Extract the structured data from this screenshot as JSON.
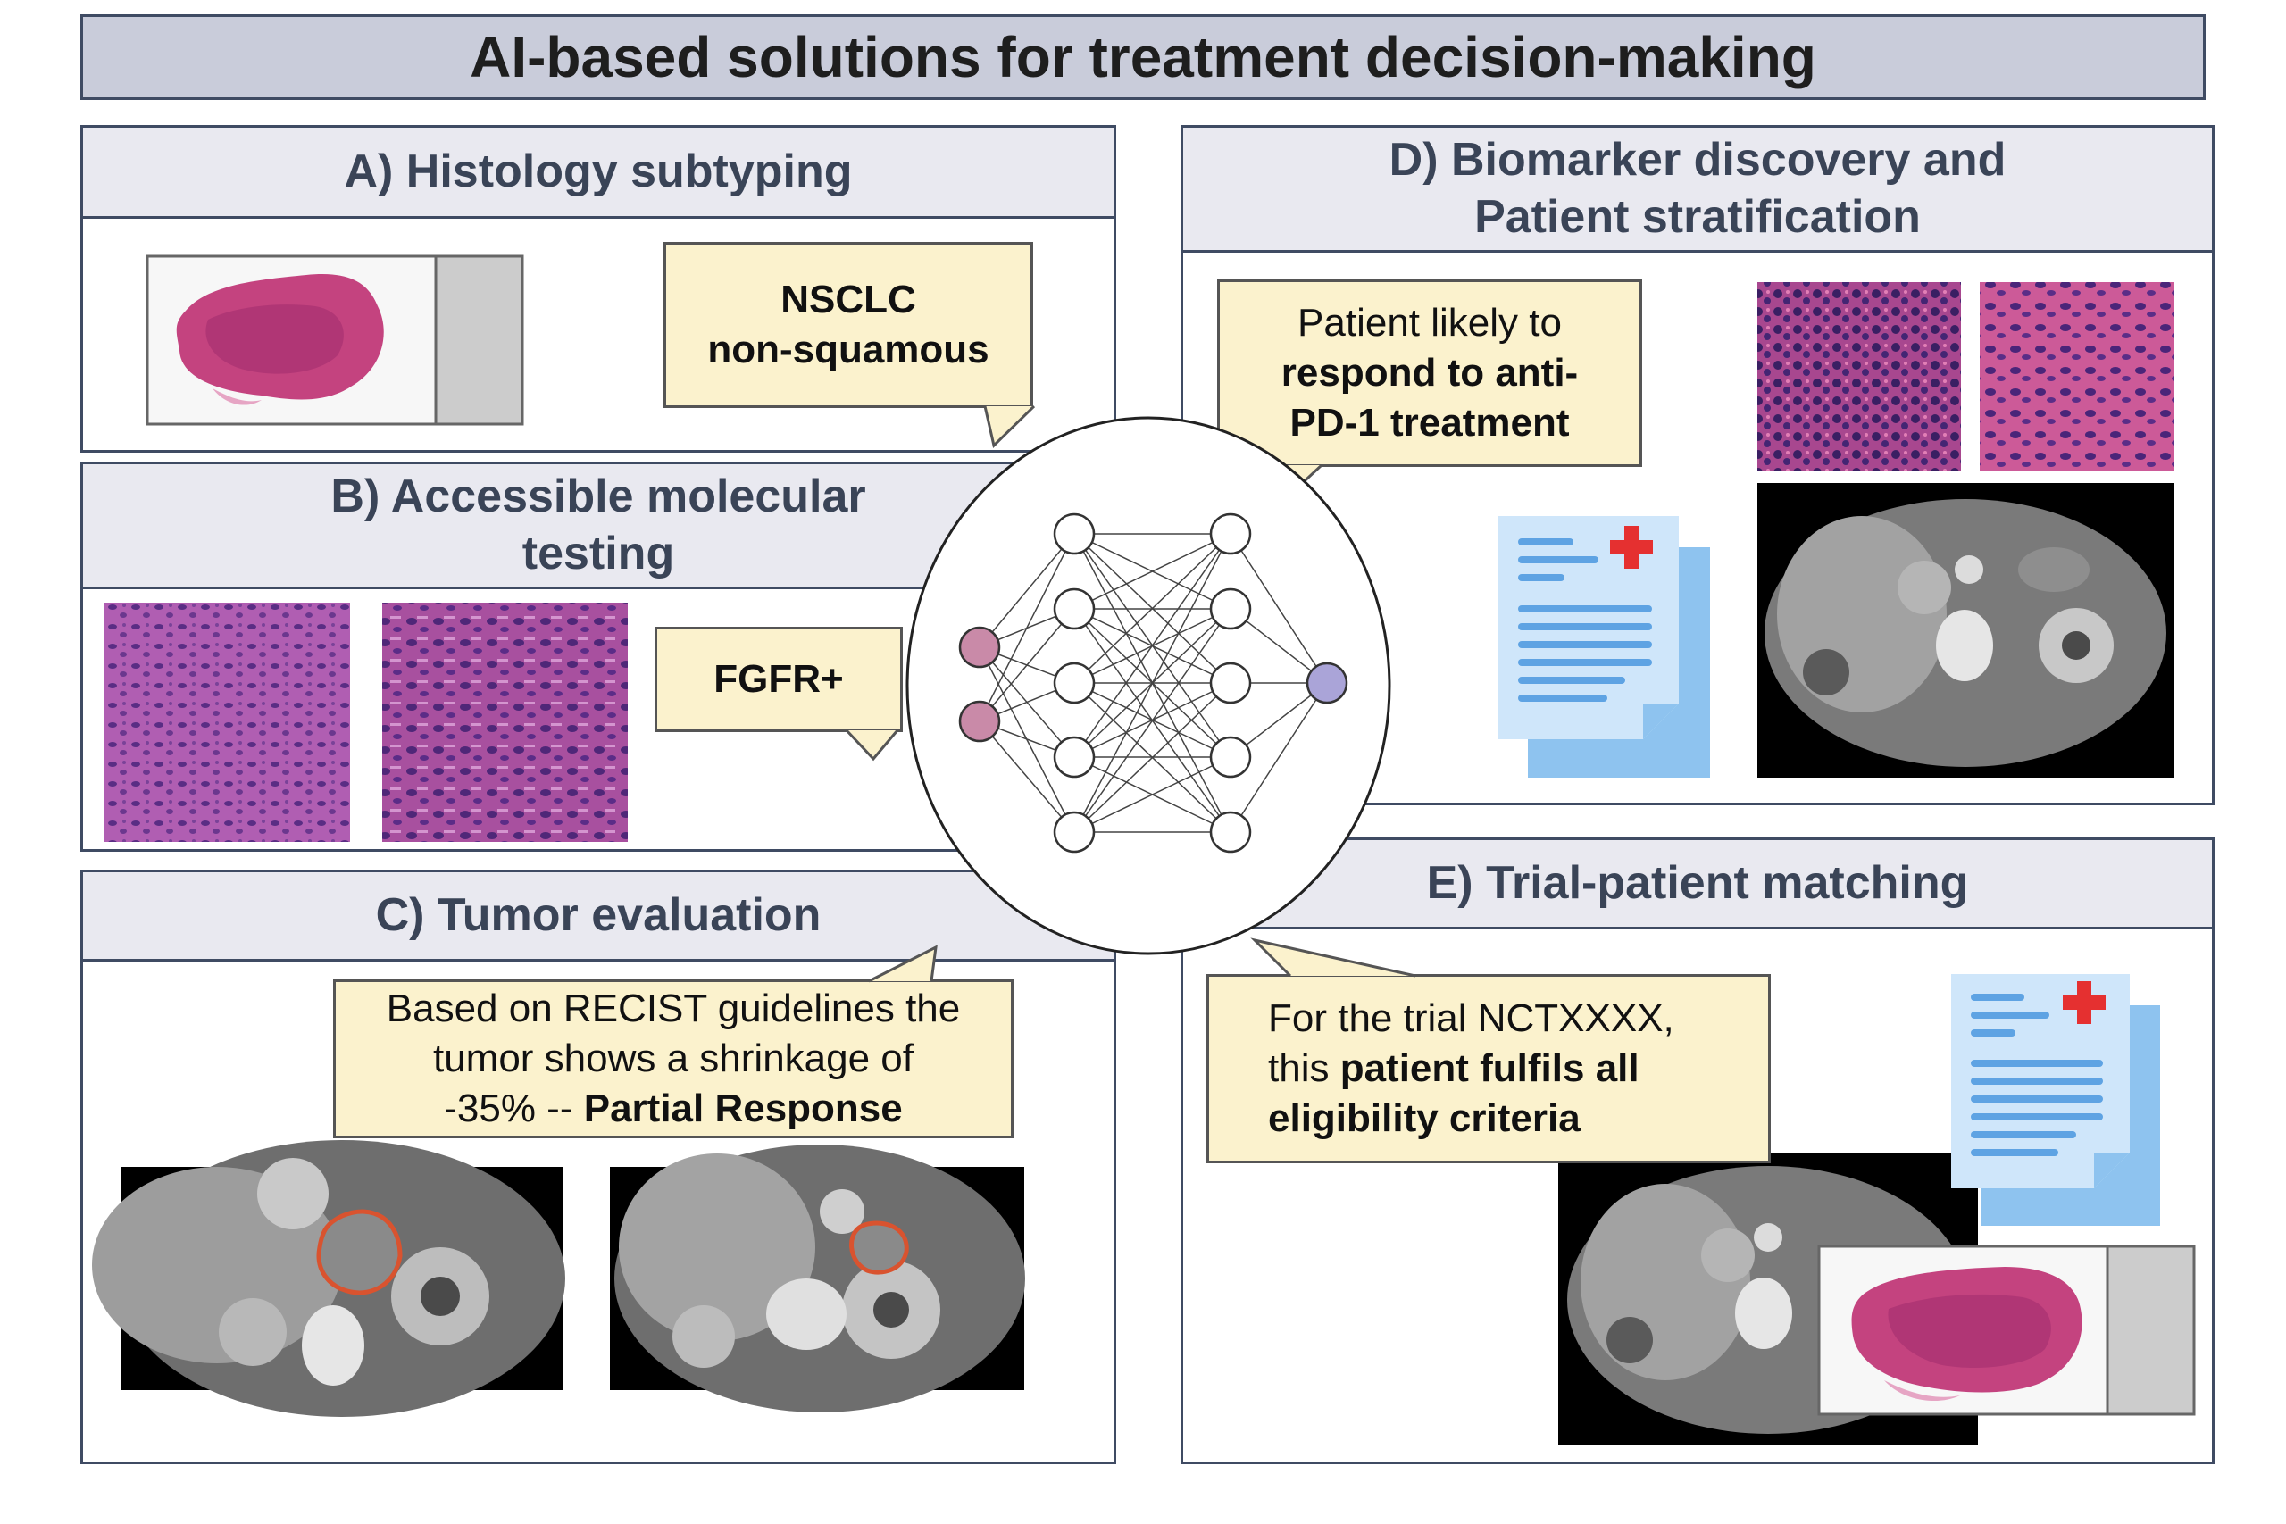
{
  "title": "AI-based solutions for treatment decision-making",
  "panels": {
    "a": {
      "title": "A) Histology subtyping",
      "bubble": {
        "line1": "NSCLC",
        "line2": "non-squamous"
      }
    },
    "b": {
      "title_line1": "B) Accessible molecular",
      "title_line2": "testing",
      "bubble": {
        "text": "FGFR+"
      }
    },
    "c": {
      "title": "C) Tumor evaluation",
      "bubble": {
        "line1": "Based on RECIST guidelines the",
        "line2": "tumor shows a shrinkage of",
        "line3_normal": "-35% -- ",
        "line3_bold": "Partial Response"
      }
    },
    "d": {
      "title_line1": "D) Biomarker discovery and",
      "title_line2": "Patient stratification",
      "bubble": {
        "line1": "Patient likely to",
        "line2": "respond to anti-",
        "line3": "PD-1 treatment"
      }
    },
    "e": {
      "title": "E) Trial-patient matching",
      "bubble": {
        "line1": "For the trial NCTXXXX,",
        "line2_normal": "this ",
        "line2_bold": "patient fulfils all",
        "line3": "eligibility criteria"
      }
    }
  },
  "colors": {
    "title_bg": "#c9ccda",
    "panel_border": "#3f4b63",
    "bubble_bg": "#fbf2cd",
    "input_node": "#c98aa8",
    "output_node": "#aaa4d8",
    "document_blue": "#8ec3ef",
    "red_cross": "#e53030",
    "tumor_outline": "#d9532f"
  },
  "icons": [
    "histology-slide-icon",
    "he-tissue-patch-icon",
    "ct-scan-icon",
    "neural-network-icon",
    "medical-document-icon",
    "red-cross-icon"
  ]
}
